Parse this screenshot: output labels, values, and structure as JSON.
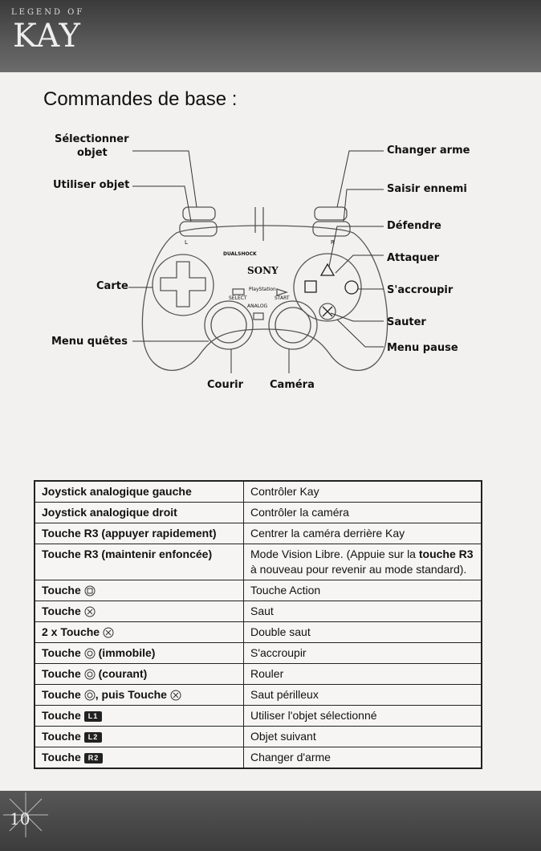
{
  "header": {
    "brand_small": "LEGEND OF",
    "brand_large": "KAY"
  },
  "page_title": "Commandes de base :",
  "controller": {
    "brand": "SONY",
    "select_label": "SELECT",
    "start_label": "START",
    "analog_label": "ANALOG",
    "ps_label": "PlayStation",
    "shock_label": "DUALSHOCK",
    "l_label": "L",
    "r_label": "R",
    "labels": {
      "selectionner": "Sélectionner",
      "objet": "objet",
      "utiliser_objet": "Utiliser objet",
      "carte": "Carte",
      "menu_quetes": "Menu quêtes",
      "courir": "Courir",
      "camera": "Caméra",
      "changer_arme": "Changer arme",
      "saisir_ennemi": "Saisir ennemi",
      "defendre": "Défendre",
      "attaquer": "Attaquer",
      "saccroupir": "S'accroupir",
      "sauter": "Sauter",
      "menu_pause": "Menu pause"
    }
  },
  "table": {
    "rows": [
      {
        "key_text": "Joystick analogique gauche",
        "action": "Contrôler Kay"
      },
      {
        "key_text": "Joystick analogique droit",
        "action": "Contrôler la caméra"
      },
      {
        "key_text": "Touche R3 (appuyer rapidement)",
        "action": "Centrer la caméra derrière Kay"
      },
      {
        "key_text": "Touche R3 (maintenir enfoncée)",
        "action_parts": {
          "a": "Mode Vision Libre. (Appuie sur la ",
          "b": "touche R3",
          "c": " à nouveau pour revenir au mode standard)."
        }
      },
      {
        "key_text": "Touche",
        "icon": "square-icon",
        "action": "Touche Action"
      },
      {
        "key_text": "Touche",
        "icon": "cross-icon",
        "action": "Saut"
      },
      {
        "key_text": "2 x Touche",
        "icon": "cross-icon",
        "action": "Double saut"
      },
      {
        "key_text": "Touche",
        "icon": "circle-icon",
        "suffix": "(immobile)",
        "action": "S'accroupir"
      },
      {
        "key_text": "Touche",
        "icon": "circle-icon",
        "suffix": "(courant)",
        "action": "Rouler"
      },
      {
        "key_text": "Touche",
        "icon": "circle-icon",
        "suffix": ", puis Touche",
        "icon2": "cross-icon",
        "action": "Saut périlleux"
      },
      {
        "key_text": "Touche",
        "pill": "L1",
        "action": "Utiliser l'objet sélectionné"
      },
      {
        "key_text": "Touche",
        "pill": "L2",
        "action": "Objet suivant"
      },
      {
        "key_text": "Touche",
        "pill": "R2",
        "action": "Changer d'arme"
      }
    ]
  },
  "footer": {
    "page_number": "10"
  }
}
